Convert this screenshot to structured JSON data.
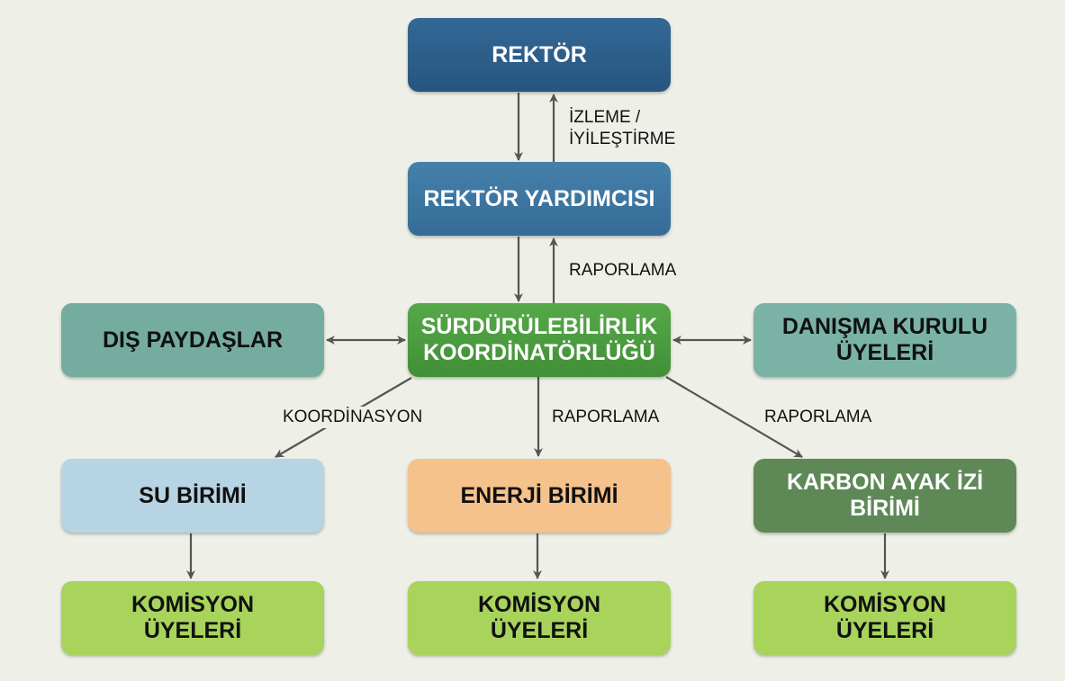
{
  "nodes": {
    "rektor": "REKTÖR",
    "rektor_yardimcisi": "REKTÖR YARDIMCISI",
    "koordinatorluk": "SÜRDÜRÜLEBİLİRLİK\nKOORDİNATÖRLÜĞÜ",
    "dis_paydaslar": "DIŞ PAYDAŞLAR",
    "danisma_kurulu": "DANIŞMA KURULU\nÜYELERİ",
    "su_birimi": "SU BİRİMİ",
    "enerji_birimi": "ENERJİ BİRİMİ",
    "karbon_birimi": "KARBON AYAK İZİ\nBİRİMİ",
    "komisyon_1": "KOMİSYON\nÜYELERİ",
    "komisyon_2": "KOMİSYON\nÜYELERİ",
    "komisyon_3": "KOMİSYON\nÜYELERİ"
  },
  "edge_labels": {
    "izleme": "İZLEME /\nİYİLEŞTİRME",
    "raporlama_top": "RAPORLAMA",
    "koordinasyon": "KOORDİNASYON",
    "raporlama_mid": "RAPORLAMA",
    "raporlama_right": "RAPORLAMA"
  },
  "colors": {
    "rektor": "#2c5d8a",
    "rektor_yardimcisi": "#3b74a0",
    "koordinatorluk": "#4b9b3f",
    "teal": "#74ad9f",
    "su": "#b7d4e4",
    "enerji": "#f6c28c",
    "karbon": "#5e8957",
    "komisyon": "#a8d45c",
    "arrow": "#555555"
  }
}
